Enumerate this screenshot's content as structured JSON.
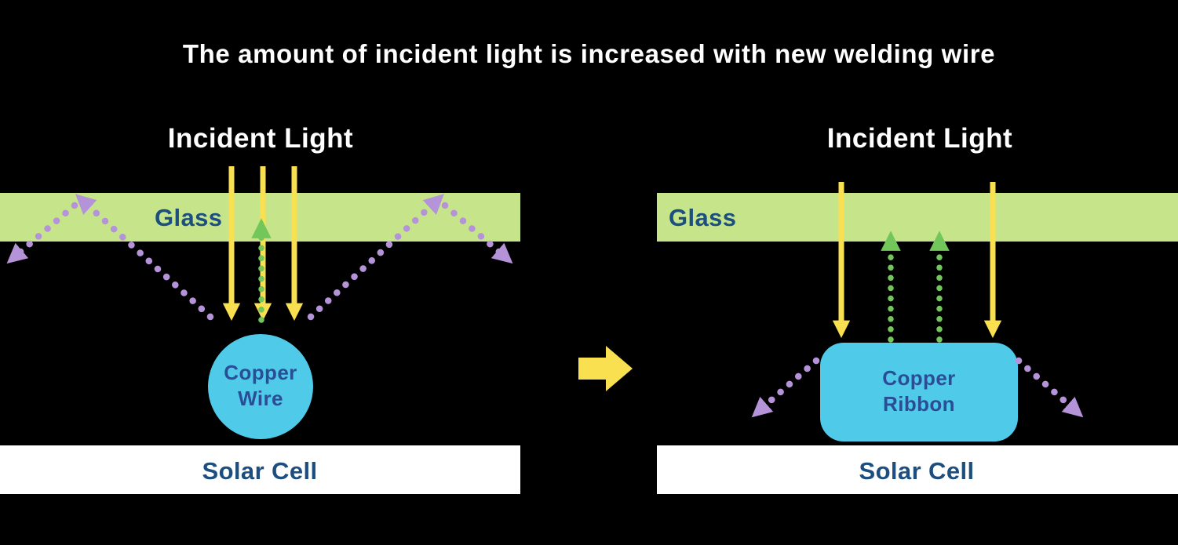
{
  "title": "The amount of incident light is increased with new welding wire",
  "left": {
    "heading": "Incident Light",
    "glass": "Glass",
    "copper_line1": "Copper",
    "copper_line2": "Wire",
    "solar": "Solar Cell"
  },
  "right": {
    "heading": "Incident Light",
    "glass": "Glass",
    "copper_line1": "Copper",
    "copper_line2": "Ribbon",
    "solar": "Solar Cell"
  },
  "colors": {
    "background": "#000000",
    "title_text": "#FFFFFF",
    "glass_band": "#C6E58B",
    "solar_band": "#FFFFFF",
    "incident_ray_yellow": "#F9E051",
    "reflected_ray_purple": "#B593D8",
    "transmitted_ray_green": "#72C65A",
    "copper_cyan": "#4FCBE9",
    "band_label_blue": "#1C4E7F",
    "copper_label_blue": "#2A4D96"
  }
}
